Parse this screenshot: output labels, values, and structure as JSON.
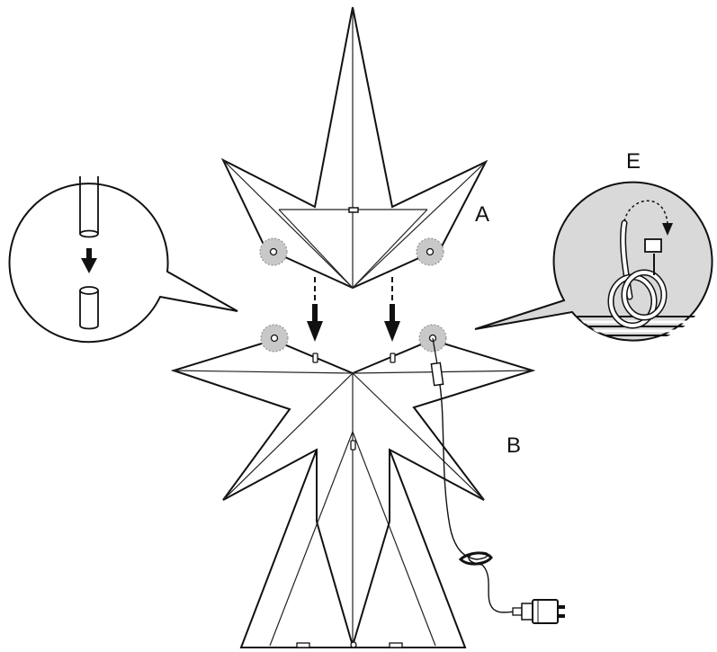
{
  "labels": {
    "part_a": "A",
    "part_b": "B",
    "detail_e": "E"
  },
  "colors": {
    "line": "#111111",
    "detail_fill": "#d9d9d9",
    "joint_fill": "#c8c8c8"
  }
}
